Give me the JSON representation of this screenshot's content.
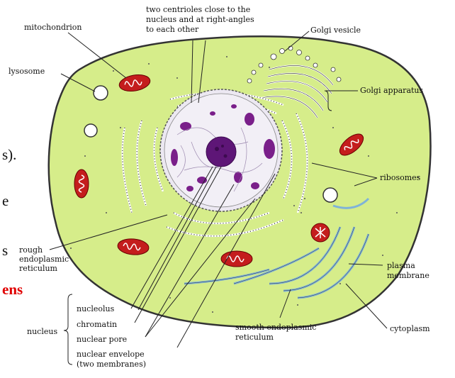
{
  "labels": {
    "mitochondrion": "mitochondrion",
    "lysosome": "lysosome",
    "centrioles_1": "two centrioles close to the",
    "centrioles_2": "nucleus and at right-angles",
    "centrioles_3": "to each other",
    "golgi_vesicle": "Golgi vesicle",
    "golgi_apparatus": "Golgi apparatus",
    "ribosomes": "ribosomes",
    "rough_er_1": "rough",
    "rough_er_2": "endoplasmic",
    "rough_er_3": "reticulum",
    "plasma_1": "plasma",
    "plasma_2": "membrane",
    "cytoplasm": "cytoplasm",
    "smooth_er_1": "smooth endoplasmic",
    "smooth_er_2": "reticulum",
    "nucleolus": "nucleolus",
    "chromatin": "chromatin",
    "nuclear_pore": "nuclear pore",
    "nuclear_env_1": "nuclear envelope",
    "nuclear_env_2": "(two membranes)",
    "nucleus": "nucleus"
  },
  "background_text": {
    "frag_1": "s).",
    "frag_2": "e",
    "frag_3": "s",
    "frag_red": "ens"
  },
  "colors": {
    "cytoplasm": "#d6ed8a",
    "cell_outline": "#333333",
    "nucleus": "#ece8f2",
    "chromatin": "#7a1f8a",
    "mitochondrion": "#c41d1d",
    "smooth_er": "#7fb3d8",
    "red_text": "#e00000"
  }
}
